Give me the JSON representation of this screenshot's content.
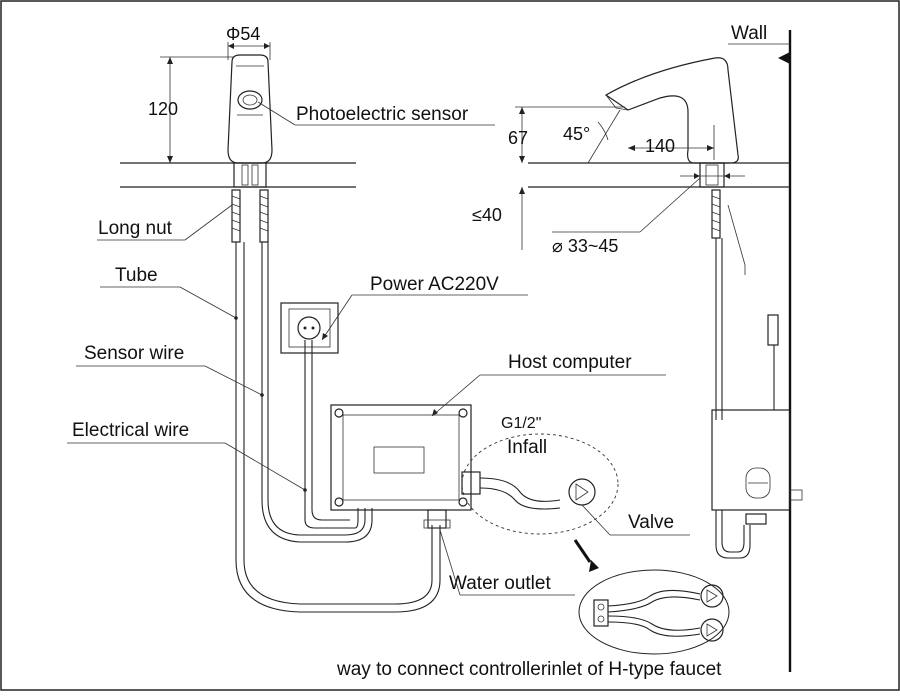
{
  "diagram": {
    "labels": {
      "phi54": "Φ54",
      "h120": "120",
      "photoelectric_sensor": "Photoelectric sensor",
      "long_nut": "Long nut",
      "tube": "Tube",
      "sensor_wire": "Sensor wire",
      "electrical_wire": "Electrical wire",
      "power": "Power AC220V",
      "host_computer": "Host computer",
      "g12": "G1/2\"",
      "infall": "Infall",
      "valve": "Valve",
      "water_outlet": "Water outlet",
      "wall": "Wall",
      "h67": "67",
      "angle45": "45°",
      "d140": "140",
      "le40": "≤40",
      "hole": "⌀ 33~45",
      "caption": "way to connect controllerinlet of H-type faucet"
    }
  }
}
